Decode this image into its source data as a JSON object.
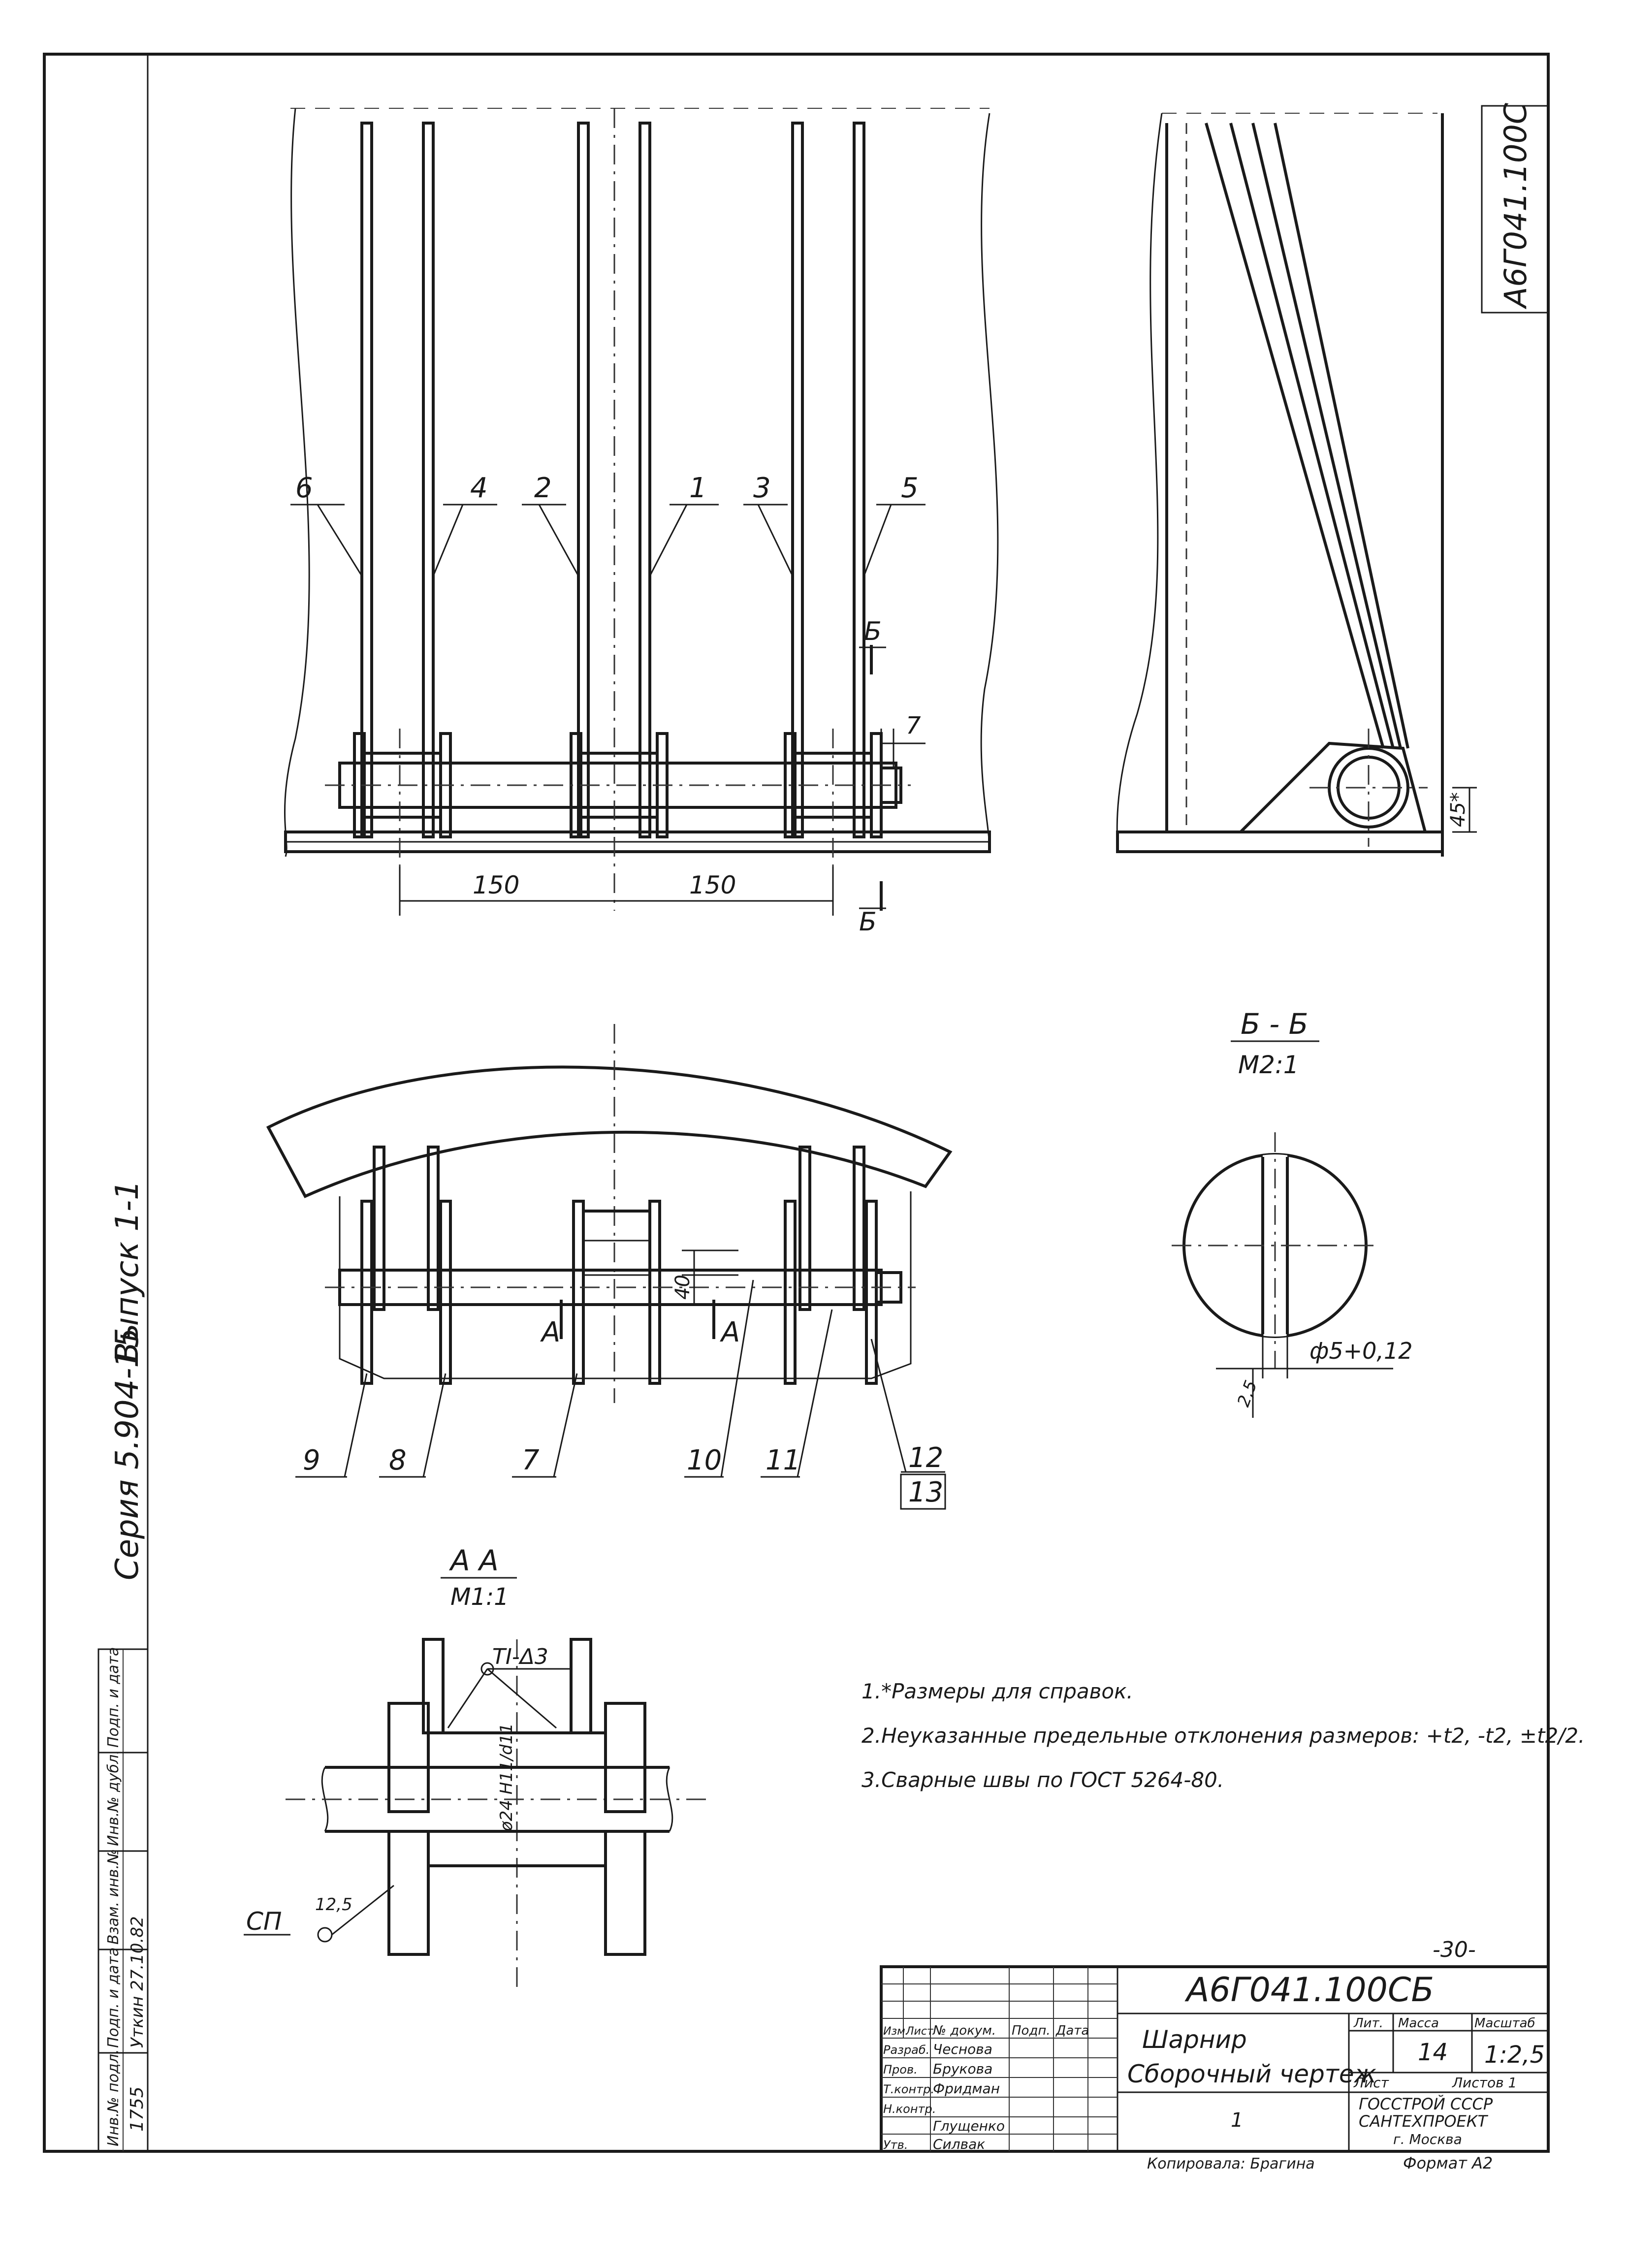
{
  "doc_code_vertical": "А6Г041.100С",
  "side_series": "Серия 5.904-15",
  "side_issue": "Выпуск 1-1",
  "callouts_top": [
    "6",
    "4",
    "2",
    "1",
    "3",
    "5"
  ],
  "callouts_bottom": [
    "9",
    "8",
    "7",
    "10",
    "11",
    "12",
    "13"
  ],
  "dims": {
    "left_150": "150",
    "right_150": "150",
    "dim_7": "7",
    "dim_45": "45*",
    "dim_40": "40",
    "dia": "ф5+0,12",
    "rough": "2,5",
    "weld": "ТI-Δ3",
    "fit": "ø24 H11/d11",
    "cm": "СП",
    "cm_rough": "12,5"
  },
  "section_marks": {
    "b": "Б",
    "a": "А"
  },
  "section_bb": {
    "title": "Б - Б",
    "scale": "М2:1"
  },
  "section_aa": {
    "title": "А  А",
    "scale": "М1:1"
  },
  "notes": [
    "1.*Размеры для справок.",
    "2.Неуказанные предельные отклонения размеров: +t2, -t2, ±t2/2.",
    "3.Сварные швы по ГОСТ 5264-80."
  ],
  "page_number": "-30-",
  "title_block": {
    "designation": "А6Г041.100СБ",
    "name_line1": "Шарнир",
    "name_line2": "Сборочный чертеж",
    "lit_header": "Лит.",
    "mass_header": "Масса",
    "scale_header": "Масштаб",
    "mass_value": "14",
    "scale_value": "1:2,5",
    "sheet_label": "Лист",
    "sheets_label": "Листов 1",
    "org_line1": "ГОССТРОЙ СССР",
    "org_line2": "САНТЕХПРОЕКТ",
    "org_line3": "г. Москва",
    "material_cell": "1",
    "copied_by": "Копировала: Брагина",
    "format": "Формат А2",
    "col_headers": [
      "Изм.",
      "Лист",
      "№ докум.",
      "Подп.",
      "Дата"
    ],
    "roles": [
      "Разраб.",
      "Пров.",
      "Т.контр.",
      "Н.контр.",
      "Утв."
    ],
    "people": [
      "Чеснова",
      "Брукова",
      "Фридман",
      "",
      "Глущенко",
      "Силвак"
    ]
  },
  "left_stamp": {
    "inv_orig": "Инв.№ подл.",
    "sign_date": "Подп. и дата",
    "instead_inv": "Взам. инв.№",
    "inv_dub": "Инв.№ дубл.",
    "sign_date2": "Подп. и дата",
    "inv_value": "1755",
    "sign_value": "Уткин 27.10.82"
  }
}
